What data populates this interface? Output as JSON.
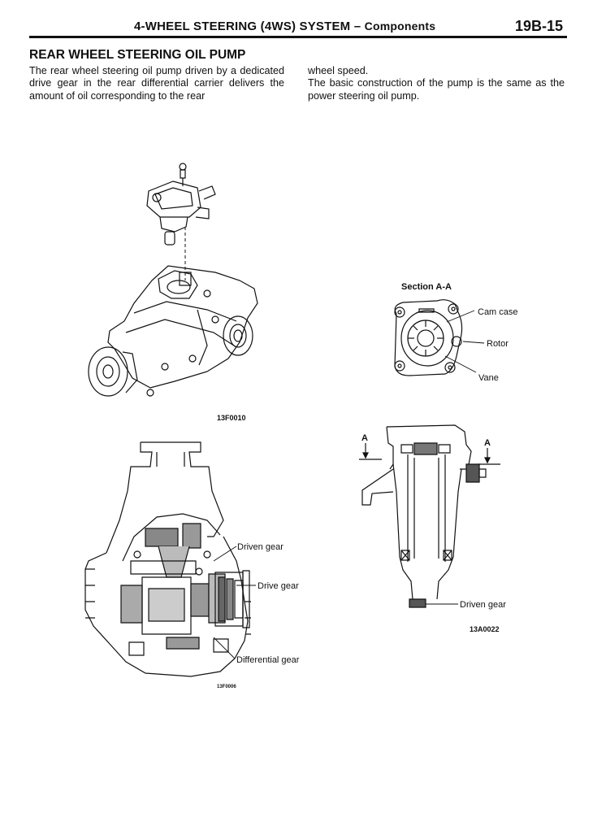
{
  "header": {
    "title_main": "4-WHEEL STEERING (4WS) SYSTEM",
    "title_sep": " – ",
    "title_sub": "Components",
    "page_number": "19B-15"
  },
  "section": {
    "title": "REAR WHEEL STEERING OIL PUMP",
    "paragraph1": "The rear wheel steering oil pump driven by a dedicated drive gear in the rear differential carrier delivers the amount of oil corresponding to the rear wheel speed.",
    "col1_text": "The rear wheel steering oil pump driven by a dedicated drive gear in the rear differential carrier delivers the amount of oil corresponding to the rear",
    "col2_line1": "wheel speed.",
    "col2_line2": "The basic construction of the pump is the same as the power steering oil pump."
  },
  "figures": {
    "differential_exterior": {
      "code": "13F0010"
    },
    "differential_section": {
      "code": "13F0006",
      "labels": {
        "driven_gear": "Driven gear",
        "drive_gear": "Drive gear",
        "differential_gear": "Differential gear"
      }
    },
    "section_aa": {
      "title": "Section A-A",
      "labels": {
        "cam_case": "Cam case",
        "rotor": "Rotor",
        "vane": "Vane"
      }
    },
    "pump_section": {
      "code": "13A0022",
      "labels": {
        "section_mark_left": "A",
        "section_mark_right": "A",
        "driven_gear": "Driven gear"
      }
    }
  }
}
